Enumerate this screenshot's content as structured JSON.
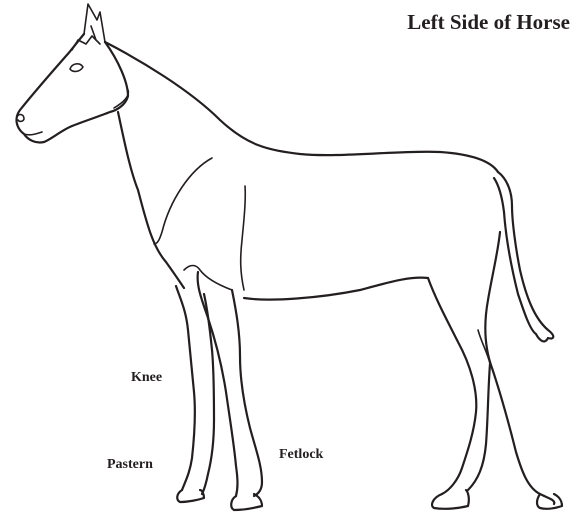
{
  "title": "Left Side of Horse",
  "labels": {
    "knee": "Knee",
    "pastern": "Pastern",
    "fetlock": "Fetlock"
  },
  "colors": {
    "outline": "#231f20",
    "text": "#231f20",
    "background": "#ffffff"
  }
}
